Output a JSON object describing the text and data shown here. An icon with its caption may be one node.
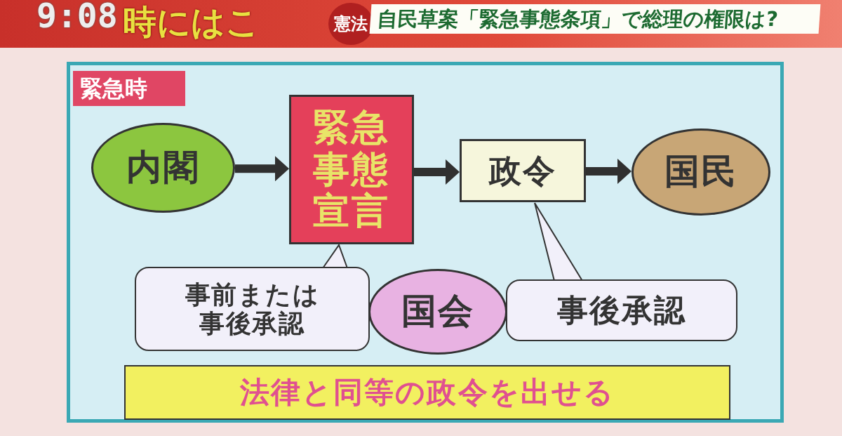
{
  "diagram": {
    "title": "自民草案「緊急事態条項」で総理の権限は?",
    "nodes": [
      {
        "text": [
          "緊急時"
        ]
      },
      {
        "text": [
          "内閣"
        ],
        "in": 0
      },
      {
        "text": [
          "緊急事態宣言"
        ],
        "in": 0
      },
      {
        "text": [
          "政令"
        ],
        "in": 0
      },
      {
        "text": [
          "国民"
        ],
        "in": 0
      },
      {
        "text": [
          "事前または事後承認"
        ],
        "in": 0
      },
      {
        "text": [
          "国会"
        ],
        "in": 0
      },
      {
        "text": [
          "事後承認"
        ],
        "in": 0
      },
      {
        "text": [
          "法律と同等の政令を出せる"
        ],
        "in": 0
      }
    ],
    "edges": [
      {
        "from": 1,
        "to": 2,
        "arrow": "to"
      },
      {
        "from": 2,
        "to": 3,
        "arrow": "to"
      },
      {
        "from": 3,
        "to": 4,
        "arrow": "to"
      }
    ],
    "labels": [
      "9:08",
      "時にはこ",
      "憲法"
    ]
  }
}
